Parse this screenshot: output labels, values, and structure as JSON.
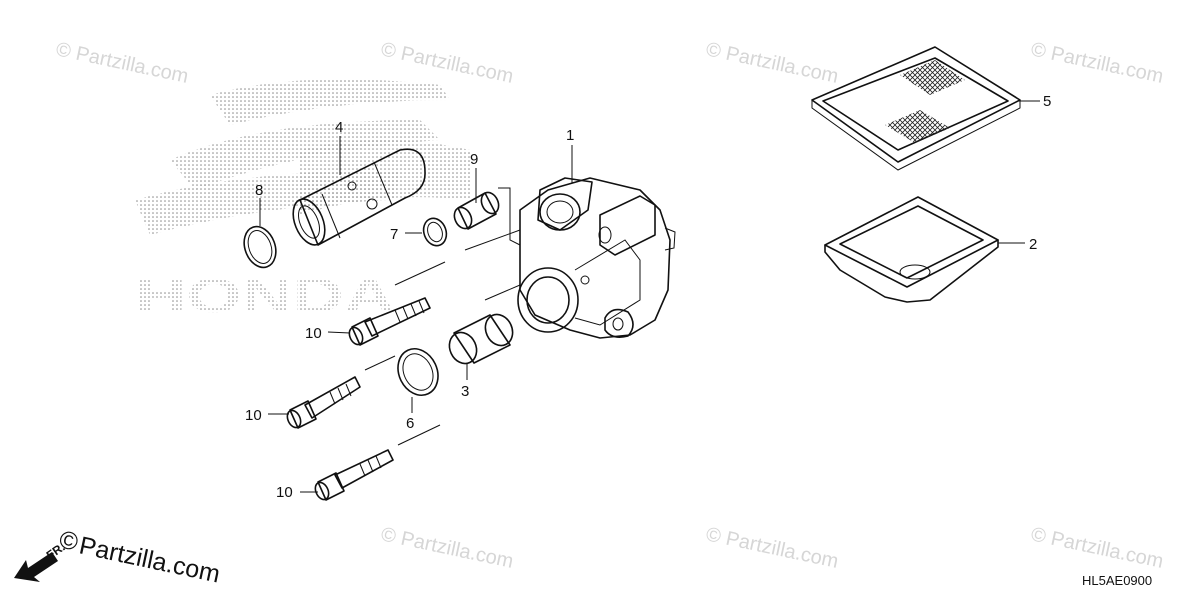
{
  "watermark": {
    "text": "© Partzilla.com"
  },
  "background_logo": {
    "text": "HONDA"
  },
  "brand": {
    "copyright_symbol": "©",
    "text": "Partzilla.com"
  },
  "direction_label": "FR.",
  "diagram_code": "HL5AE0900",
  "callouts": {
    "p1": "1",
    "p2": "2",
    "p3": "3",
    "p4": "4",
    "p5": "5",
    "p6": "6",
    "p7": "7",
    "p8": "8",
    "p9": "9",
    "p10a": "10",
    "p10b": "10",
    "p10c": "10"
  }
}
